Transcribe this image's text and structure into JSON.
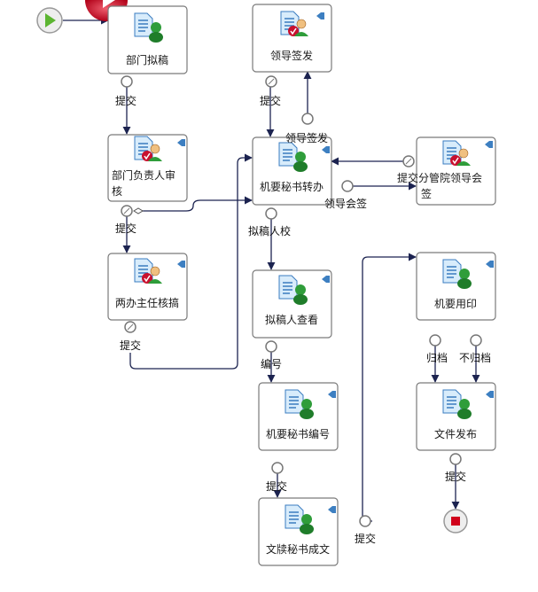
{
  "nodes": {
    "n1": {
      "label": "部门拟稿",
      "icon": "document-user-icon"
    },
    "n2": {
      "label": "领导签发",
      "icon": "approve-user-icon"
    },
    "n3": {
      "label1": "部门负责人审",
      "label2": "核",
      "icon": "approve-user-icon"
    },
    "n4": {
      "label": "机要秘书转办",
      "icon": "document-user-icon"
    },
    "n5": {
      "label1": "提交分管院领导会",
      "label2": "签",
      "icon": "approve-user-icon"
    },
    "n6": {
      "label": "两办主任核搞",
      "icon": "approve-user-icon"
    },
    "n7": {
      "label": "拟稿人查看",
      "icon": "document-user-icon"
    },
    "n8": {
      "label": "机要用印",
      "icon": "document-user-icon"
    },
    "n9": {
      "label": "机要秘书编号",
      "icon": "document-user-icon"
    },
    "n10": {
      "label": "文件发布",
      "icon": "document-user-icon"
    },
    "n11": {
      "label": "文牍秘书成文",
      "icon": "document-user-icon"
    }
  },
  "edges": {
    "e1": "提交",
    "e2": "提交",
    "e3": "提交",
    "e4": "提交",
    "e5": "领导签发",
    "e6": "领导会签",
    "e7": "拟稿人校",
    "e8": "编号",
    "e9": "提交",
    "e10": "提交",
    "e11": "归档",
    "e12": "不归档",
    "e13": "提交"
  },
  "colors": {
    "start": "#5cb531",
    "end": "#d0021b",
    "edge": "#1c2350",
    "marker": "#3d7fc1"
  }
}
